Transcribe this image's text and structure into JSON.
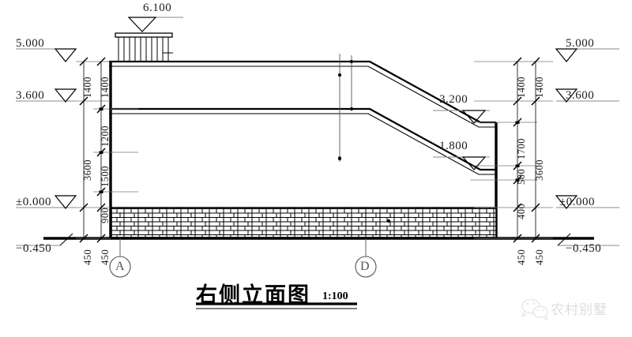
{
  "drawing": {
    "title_cn": "右侧立面图",
    "scale": "1:100",
    "type": "architectural-elevation"
  },
  "elevations": {
    "roof_parapet": "6.100",
    "top_left": "5.000",
    "second_left": "3.600",
    "step_upper": "3.200",
    "step_lower": "1.800",
    "ground_finish": "±0.000",
    "ground_natural": "−0.450",
    "top_right": "5.000",
    "second_right": "3.600",
    "ground_finish_right": "±0.000",
    "ground_natural_right": "−0.450"
  },
  "dimensions": {
    "left_inner": [
      "1400",
      "1200",
      "1500",
      "900",
      "450"
    ],
    "left_outer": [
      "1400",
      "3600",
      "450"
    ],
    "right_inner": [
      "1400",
      "1700",
      "500",
      "400",
      "450"
    ],
    "right_outer": [
      "1400",
      "3600",
      "450"
    ]
  },
  "grid_marks": {
    "left": "A",
    "right": "D"
  },
  "watermark": {
    "label": "农村别墅",
    "icon": "wechat-icon"
  },
  "colors": {
    "line": "#000000",
    "thin_line": "#555555",
    "text": "#1a1a1a",
    "watermark": "#dedede",
    "leader": "#8a8a8a"
  }
}
